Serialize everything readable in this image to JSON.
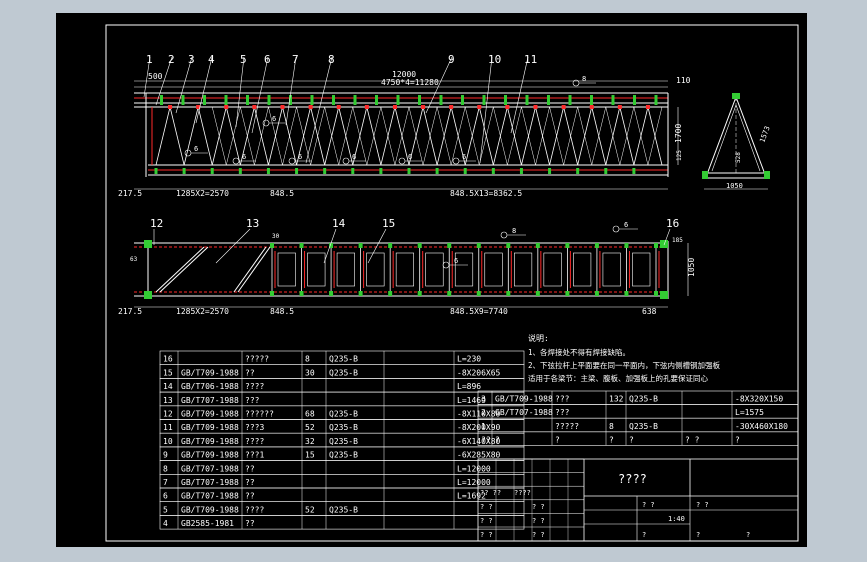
{
  "colors": {
    "background": "#bfc9d2",
    "sheet": "#000000",
    "line": "#ffffff",
    "accent": "#ff2a2a",
    "node": "#33cc33",
    "dim": "#ffffff"
  },
  "elevation": {
    "item_numbers": [
      "1",
      "2",
      "3",
      "4",
      "5",
      "6",
      "7",
      "8",
      "9",
      "10",
      "11"
    ],
    "dims": {
      "total": "12000",
      "top_span": "4750*4=11280",
      "left_top": "500",
      "right_top": "110",
      "left_bottom": "217.5",
      "left_panel": "1285X2=2570",
      "mid_panel": "848.5",
      "right_panels": "848.5X13=8362.5",
      "height": "1700",
      "small_right": "125"
    },
    "weld_labels": [
      "8",
      "6",
      "6",
      "6",
      "6",
      "6",
      "6",
      "6"
    ]
  },
  "section": {
    "dims": {
      "height": "1573",
      "mid": "528",
      "base": "1050"
    }
  },
  "plan": {
    "item_numbers": [
      "12",
      "13",
      "14",
      "15",
      "16"
    ],
    "dims": {
      "left_bottom": "217.5",
      "left_panel": "1285X2=2570",
      "mid_panel": "848.5",
      "right_panels": "848.5X9=7740",
      "end": "638",
      "width": "1050",
      "top_small": "30",
      "right_small": "185",
      "left_small": "63"
    },
    "weld_labels": [
      "8",
      "6",
      "6"
    ]
  },
  "notes": {
    "title": "说明:",
    "lines": [
      "1、各焊接处不得有焊接缺陷。",
      "2、下弦拉杆上平面要在同一平面内，下弦内侧槽钢加强板",
      "适用于各梁节：主梁、腹板、加强板上的孔要保证同心"
    ]
  },
  "bom_left": {
    "rows": [
      [
        "16",
        "",
        "?????",
        "8",
        "Q235-B",
        "",
        "L=230"
      ],
      [
        "15",
        "GB/T709-1988",
        "??",
        "30",
        "Q235-B",
        "",
        "-8X206X65"
      ],
      [
        "14",
        "GB/T706-1988",
        "????",
        "",
        "",
        "",
        "L=896"
      ],
      [
        "13",
        "GB/T707-1988",
        "???",
        "",
        "",
        "",
        "L=1469"
      ],
      [
        "12",
        "GB/T709-1988",
        "??????",
        "68",
        "Q235-B",
        "",
        "-8X110X80"
      ],
      [
        "11",
        "GB/T709-1988",
        "???3",
        "52",
        "Q235-B",
        "",
        "-8X200X90"
      ],
      [
        "10",
        "GB/T709-1988",
        "????",
        "32",
        "Q235-B",
        "",
        "-6X140X80"
      ],
      [
        "9",
        "GB/T709-1988",
        "???1",
        "15",
        "Q235-B",
        "",
        "-6X285X80"
      ],
      [
        "8",
        "GB/T707-1988",
        "??",
        "",
        "",
        "",
        "L=12000"
      ],
      [
        "7",
        "GB/T707-1988",
        "??",
        "",
        "",
        "",
        "L=12000"
      ],
      [
        "6",
        "GB/T707-1988",
        "??",
        "",
        "",
        "",
        "L=1692"
      ],
      [
        "5",
        "GB/T709-1988",
        "????",
        "52",
        "Q235-B",
        "",
        ""
      ],
      [
        "4",
        "GB2585-1981",
        "??",
        "",
        "",
        "",
        ""
      ]
    ]
  },
  "bom_right": {
    "rows": [
      [
        "3",
        "GB/T709-1988",
        "???",
        "132",
        "Q235-B",
        "",
        "-8X320X150"
      ],
      [
        "2",
        "GB/T707-1988",
        "???",
        "",
        "",
        "",
        "L=1575"
      ],
      [
        "1",
        "",
        "?????",
        "8",
        "Q235-B",
        "",
        "-30X460X180"
      ],
      [
        "??",
        "?",
        "?",
        "?",
        "?",
        "? ?",
        "?"
      ]
    ]
  },
  "title_block": {
    "drawing_title": "????",
    "scale": "1:40",
    "cells": [
      "?? ??",
      "????",
      "? ?",
      "? ?",
      "? ?",
      "? ?",
      "? ?",
      "? ?",
      "? ?",
      "? ?",
      "?",
      "?",
      "?"
    ]
  }
}
